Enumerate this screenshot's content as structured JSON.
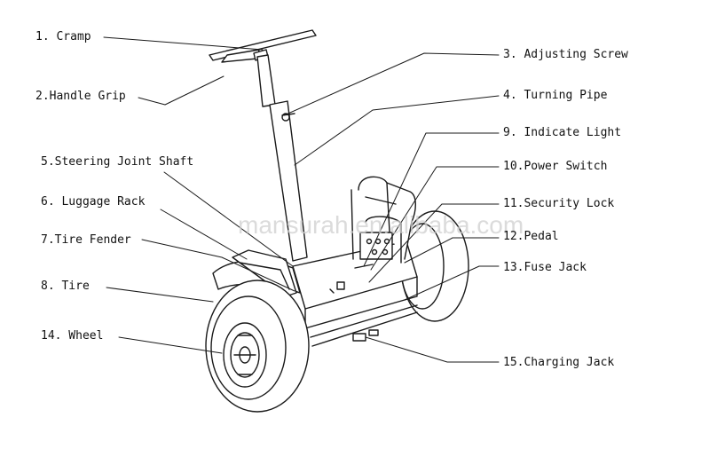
{
  "labels": {
    "l1": "1. Cramp",
    "l2": "2.Handle Grip",
    "l3": "3. Adjusting Screw",
    "l4": "4. Turning Pipe",
    "l5": "5.Steering Joint Shaft",
    "l6": "6. Luggage Rack",
    "l7": "7.Tire Fender",
    "l8": "8. Tire",
    "l9": "9. Indicate Light",
    "l10": "10.Power Switch",
    "l11": "11.Security Lock",
    "l12": "12.Pedal",
    "l13": "13.Fuse Jack",
    "l14": "14. Wheel",
    "l15": "15.Charging Jack"
  },
  "watermark": "mansurah.en.alibaba.com",
  "colors": {
    "line": "#1a1a1a",
    "text": "#111111",
    "watermark": "#cfcfcf"
  }
}
